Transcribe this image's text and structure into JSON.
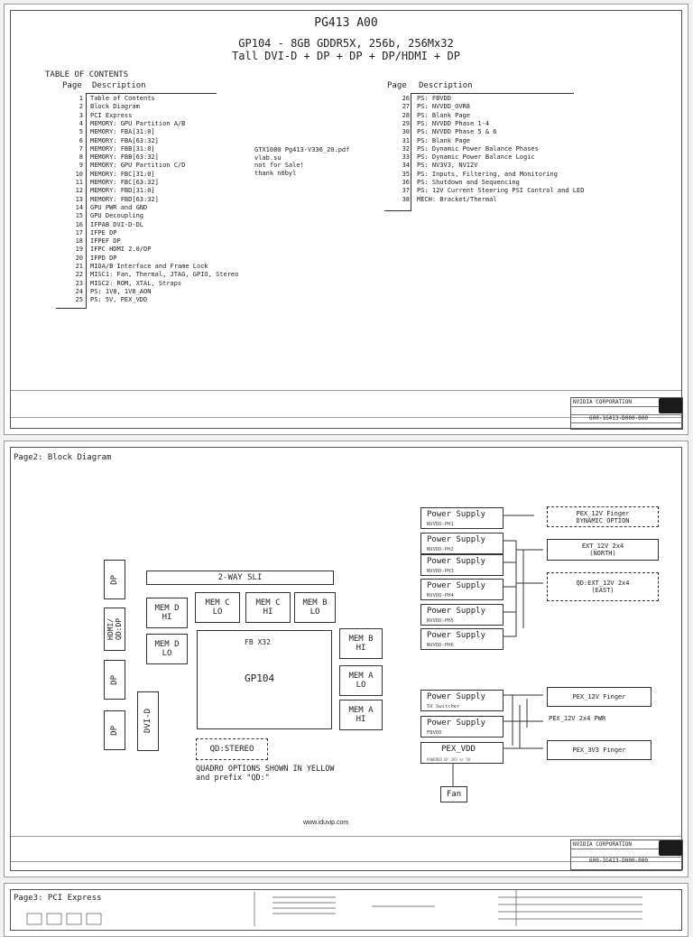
{
  "page1": {
    "title": "PG413 A00",
    "subtitle1": "GP104 - 8GB GDDR5X, 256b, 256Mx32",
    "subtitle2": "Tall DVI-D + DP + DP + DP/HDMI + DP",
    "toc_heading": "TABLE OF CONTENTS",
    "col_page": "Page",
    "col_desc": "Description",
    "left_entries": [
      {
        "p": "1",
        "d": "Table of Contents"
      },
      {
        "p": "2",
        "d": "Block Diagram"
      },
      {
        "p": "3",
        "d": "PCI Express"
      },
      {
        "p": "4",
        "d": "MEMORY: GPU Partition A/B"
      },
      {
        "p": "5",
        "d": "MEMORY: FBA[31:0]"
      },
      {
        "p": "6",
        "d": "MEMORY: FBA[63:32]"
      },
      {
        "p": "7",
        "d": "MEMORY: FBB[31:0]"
      },
      {
        "p": "8",
        "d": "MEMORY: FBB[63:32]"
      },
      {
        "p": "9",
        "d": "MEMORY: GPU Partition C/D"
      },
      {
        "p": "10",
        "d": "MEMORY: FBC[31:0]"
      },
      {
        "p": "11",
        "d": "MEMORY: FBC[63:32]"
      },
      {
        "p": "12",
        "d": "MEMORY: FBD[31:0]"
      },
      {
        "p": "13",
        "d": "MEMORY: FBD[63:32]"
      },
      {
        "p": "14",
        "d": "GPU PWR and GND"
      },
      {
        "p": "15",
        "d": "GPU Decoupling"
      },
      {
        "p": "16",
        "d": "IFPAB DVI-D-DL"
      },
      {
        "p": "17",
        "d": "IFPE DP"
      },
      {
        "p": "18",
        "d": "IFPEF DP"
      },
      {
        "p": "19",
        "d": "IFPC HDMI 2.0/DP"
      },
      {
        "p": "20",
        "d": "IFPD DP"
      },
      {
        "p": "21",
        "d": "MIOA/B Interface and Frame Lock"
      },
      {
        "p": "22",
        "d": "MISC1: Fan, Thermal, JTAG, GPIO, Stereo"
      },
      {
        "p": "23",
        "d": "MISC2: ROM, XTAL, Straps"
      },
      {
        "p": "24",
        "d": "PS: 1V8, 1V8_AON"
      },
      {
        "p": "25",
        "d": "PS: 5V, PEX_VDD"
      }
    ],
    "right_entries": [
      {
        "p": "26",
        "d": "PS: FBVDD"
      },
      {
        "p": "27",
        "d": "PS: NVVDD_OVR8"
      },
      {
        "p": "28",
        "d": "PS: Blank Page"
      },
      {
        "p": "29",
        "d": "PS: NVVDD Phase 1-4"
      },
      {
        "p": "30",
        "d": "PS: NVVDD Phase 5 & 6"
      },
      {
        "p": "31",
        "d": "PS: Blank Page"
      },
      {
        "p": "32",
        "d": "PS: Dynamic Power Balance Phases"
      },
      {
        "p": "33",
        "d": "PS: Dynamic Power Balance Logic"
      },
      {
        "p": "34",
        "d": "PS: NV3V3, NV12V"
      },
      {
        "p": "35",
        "d": "PS: Inputs, Filtering, and Monitoring"
      },
      {
        "p": "36",
        "d": "PS: Shutdown and Sequencing"
      },
      {
        "p": "37",
        "d": "PS: 12V Current Steering PSI Control and LED"
      },
      {
        "p": "38",
        "d": "MECH: Bracket/Thermal"
      }
    ],
    "note": [
      "GTX1080 Pg413-V336_20.pdf",
      "vlab.su",
      "not for Sale!",
      "thank n0byl"
    ],
    "company": "NVIDIA CORPORATION",
    "doc_number": "600-1G413-D000-000"
  },
  "page2": {
    "title": "Page2: Block Diagram",
    "sli": "2-WAY SLI",
    "fb": "FB X32",
    "gpu": "GP104",
    "dp": "DP",
    "hdmi": "HDMI/ QD:DP",
    "dvi": "DVI-D",
    "mem_d_hi": [
      "MEM D",
      "HI"
    ],
    "mem_d_lo": [
      "MEM D",
      "LO"
    ],
    "mem_c_lo": [
      "MEM C",
      "LO"
    ],
    "mem_c_hi": [
      "MEM C",
      "HI"
    ],
    "mem_b_lo": [
      "MEM B",
      "LO"
    ],
    "mem_b_hi": [
      "MEM B",
      "HI"
    ],
    "mem_a_lo": [
      "MEM A",
      "LO"
    ],
    "mem_a_hi": [
      "MEM A",
      "HI"
    ],
    "qd_stereo": "QD:STEREO",
    "quadro_note": [
      "QUADRO OPTIONS SHOWN IN YELLOW",
      "and prefix \"QD:\""
    ],
    "power_supply": "Power Supply",
    "phases": [
      "NVVDD-PH1",
      "NVVDD-PH2",
      "NVVDD-PH3",
      "NVVDD-PH4",
      "NVVDD-PH5",
      "NVVDD-PH6"
    ],
    "ps_5v": "5V Switcher",
    "ps_fbvdd": "FBVDD",
    "pex_vdd": "PEX_VDD",
    "pex_vdd_sub": "POWERED BY 3V3 or 5V",
    "fan": "Fan",
    "r_pex12_finger": [
      "PEX_12V Finger",
      "DYNAMIC OPTION"
    ],
    "r_ext12": [
      "EXT_12V 2x4",
      "(NORTH)"
    ],
    "r_qd_ext12": [
      "QD:EXT_12V 2x4",
      "(EAST)"
    ],
    "r_pex12_finger2": "PEX_12V Finger",
    "r_pex12_pwr": "PEX_12V 2x4 PWR",
    "r_pex3v3": "PEX_3V3 Finger",
    "watermark": "www.iduvip.com",
    "company": "NVIDIA CORPORATION",
    "doc_number": "600-1G413-D000-000"
  },
  "page3": {
    "title": "Page3: PCI Express"
  }
}
